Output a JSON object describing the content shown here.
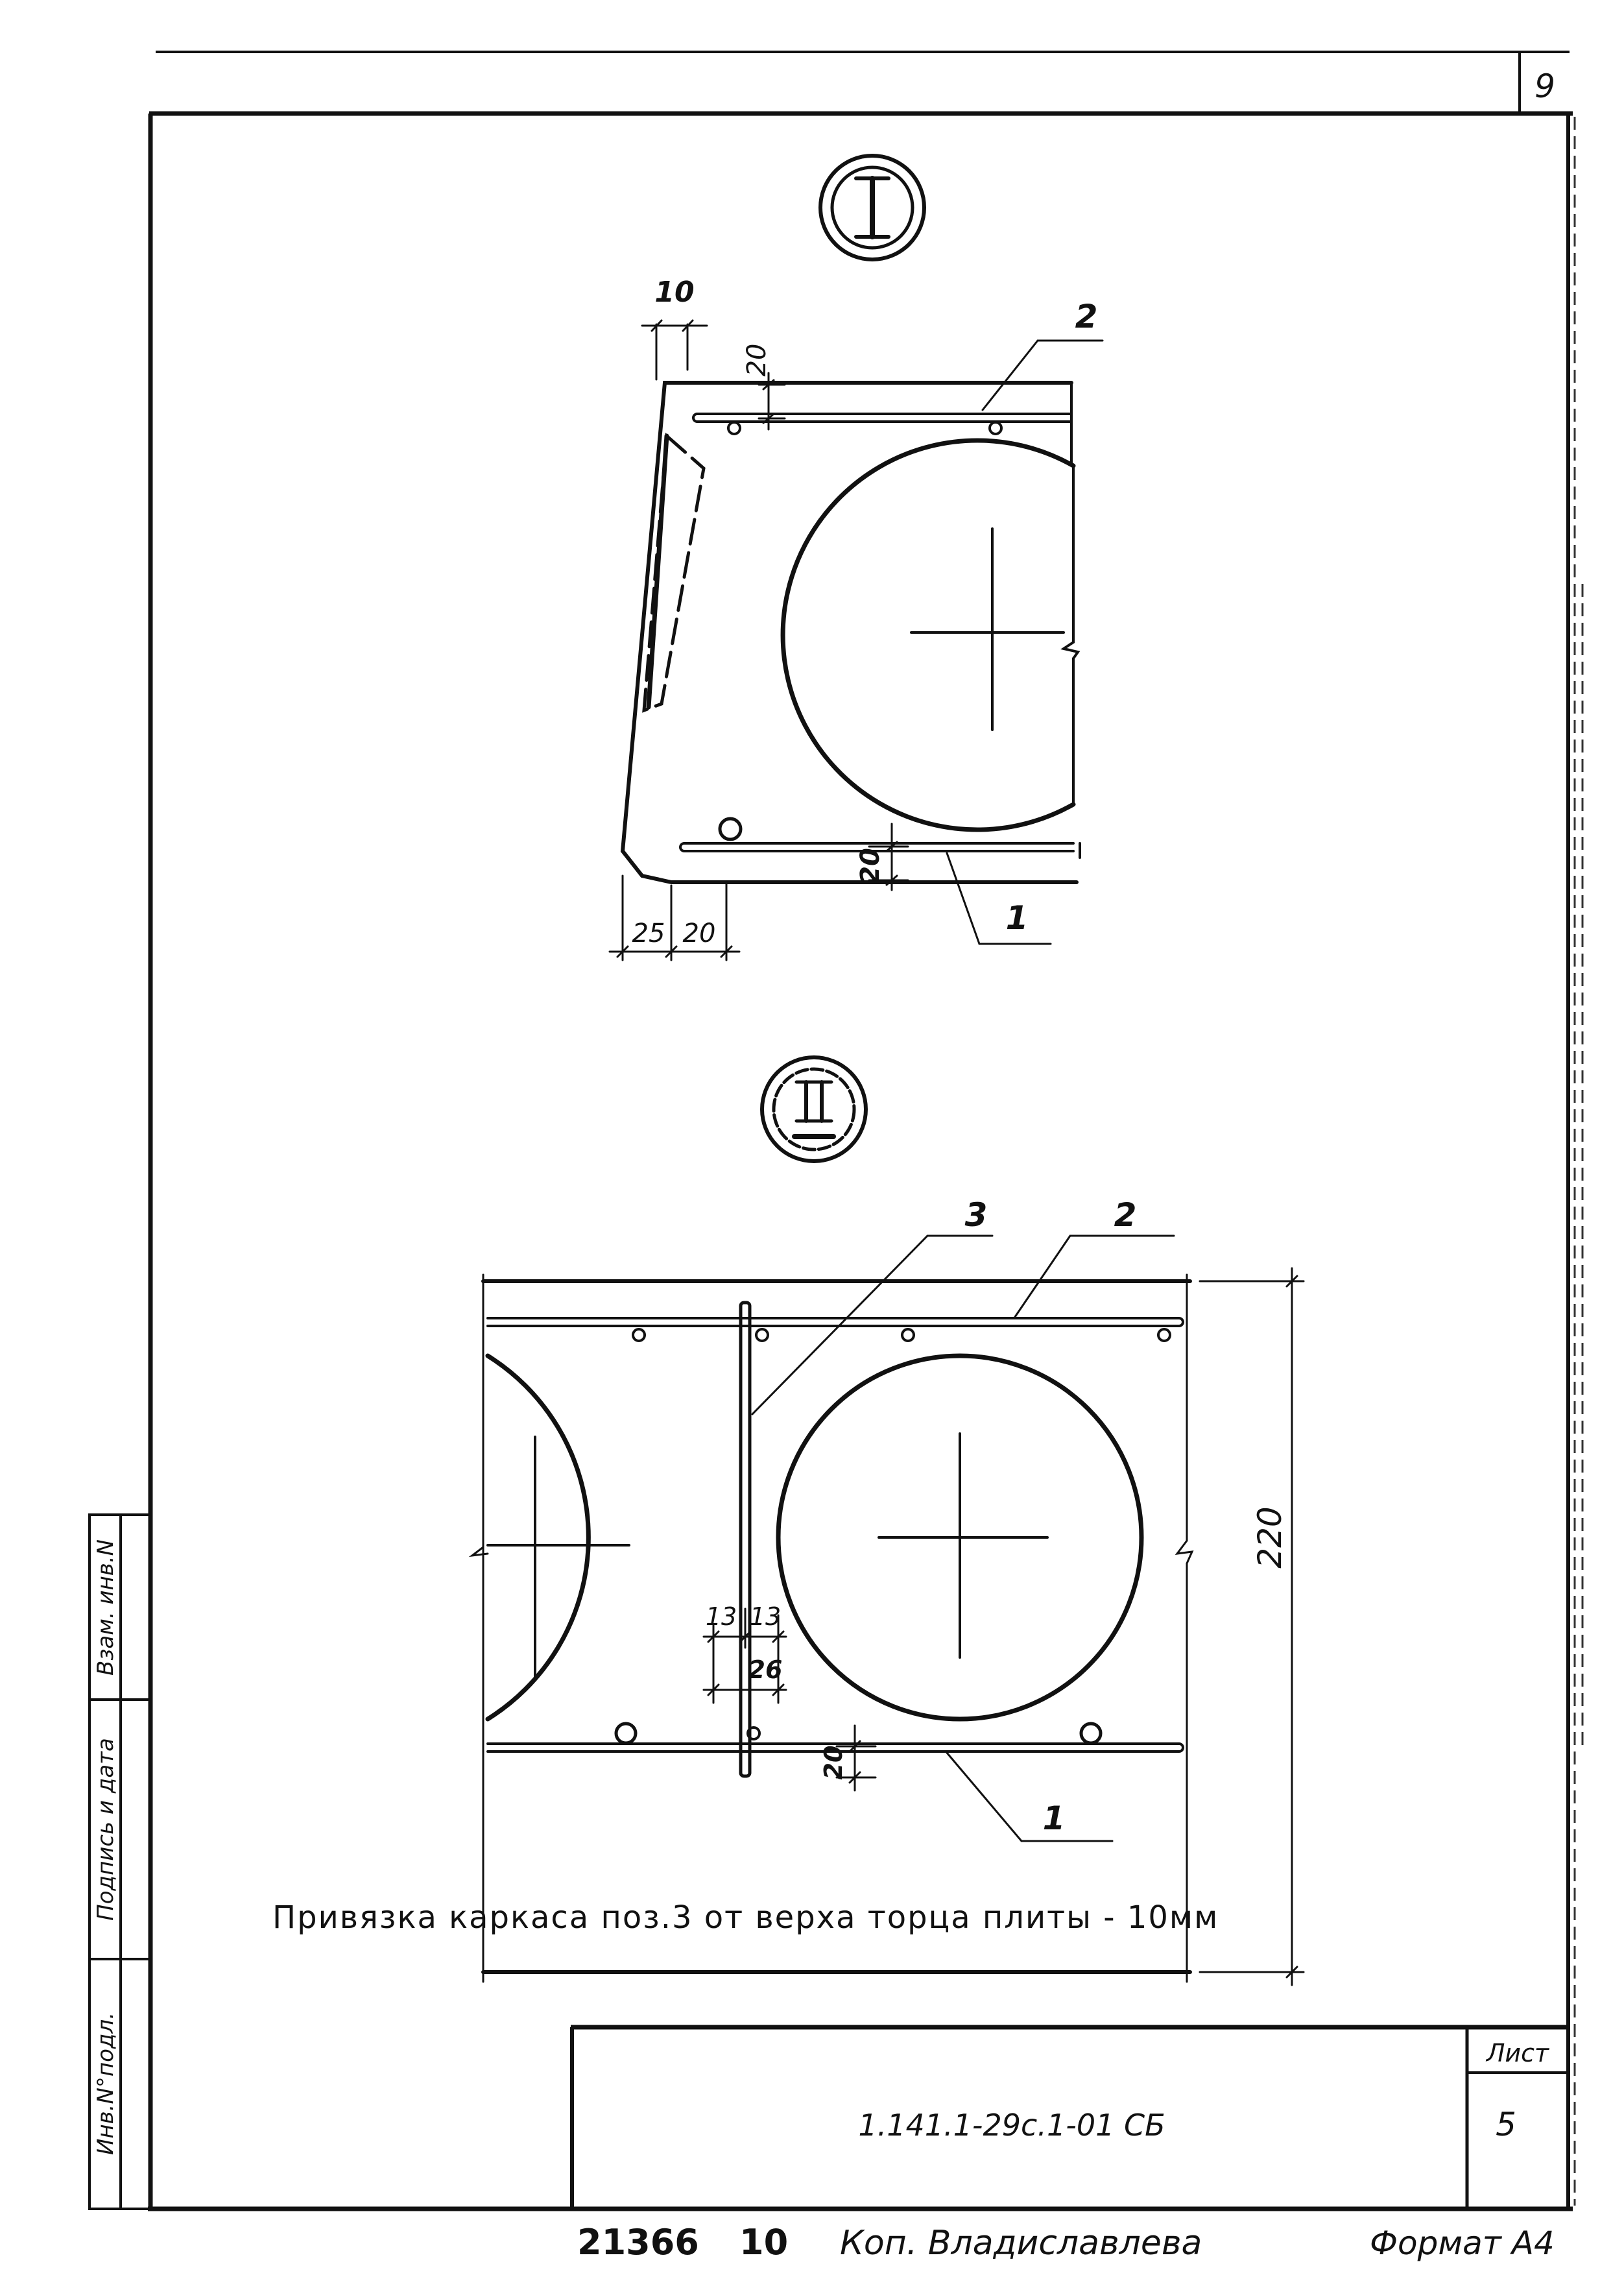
{
  "sheet_corner": {
    "number": "9"
  },
  "detail_1": {
    "marker": "I",
    "dims": {
      "top_edge": "10",
      "top_cover": "20",
      "bottom_cover": "20",
      "bottom_a": "25",
      "bottom_b": "20"
    },
    "callouts": {
      "top_bar": "2",
      "bottom_bar": "1"
    }
  },
  "detail_2": {
    "marker": "II",
    "dims": {
      "height": "220",
      "left_half": "13",
      "right_half": "13",
      "total": "26",
      "bottom_cover": "20"
    },
    "callouts": {
      "frame": "3",
      "top_bar": "2",
      "bottom_bar": "1"
    }
  },
  "note": "Привязка каркаса поз.3 от верха торца плиты - 10мм",
  "side_stamp": {
    "inv_replace": "Взам. инв.N",
    "sign_date": "Подпись и дата",
    "inv_orig": "Инв.N°подл."
  },
  "title_block": {
    "doc_code": "1.141.1-29с.1-01 СБ",
    "sheet_label": "Лист",
    "sheet_number": "5"
  },
  "footer": {
    "order": "21366",
    "num": "10",
    "copied_by": "Коп. Владиславлева",
    "format": "Формат А4"
  }
}
